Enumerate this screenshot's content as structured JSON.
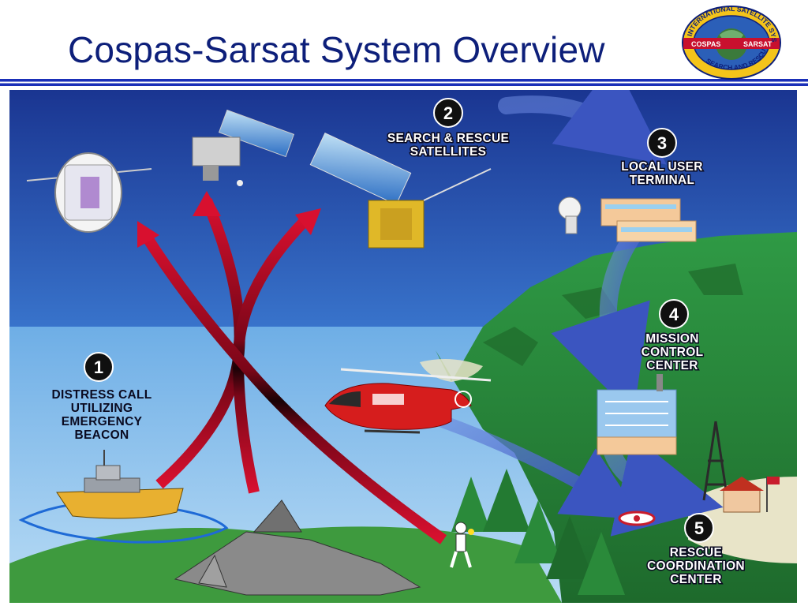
{
  "title": "Cospas-Sarsat System Overview",
  "logo": {
    "ring_top": "INTERNATIONAL SATELLITE SYSTEM",
    "ring_bottom": "SEARCH AND RESCUE",
    "band_left": "COSPAS",
    "band_right": "SARSAT"
  },
  "steps": [
    {
      "number": "1",
      "lines": [
        "DISTRESS CALL",
        "UTILIZING",
        "EMERGENCY",
        "BEACON"
      ]
    },
    {
      "number": "2",
      "lines": [
        "SEARCH & RESCUE",
        "SATELLITES"
      ]
    },
    {
      "number": "3",
      "lines": [
        "LOCAL USER",
        "TERMINAL"
      ]
    },
    {
      "number": "4",
      "lines": [
        "MISSION",
        "CONTROL",
        "CENTER"
      ]
    },
    {
      "number": "5",
      "lines": [
        "RESCUE",
        "COORDINATION",
        "CENTER"
      ]
    }
  ],
  "colors": {
    "title": "#0d1f7a",
    "rule": "#1a2fb8",
    "signal_arrow": "#c8102e",
    "flow_arrow": "#4f6fd0",
    "sky_top": "#1a3a9a",
    "hill_green": "#2f8f3f"
  }
}
